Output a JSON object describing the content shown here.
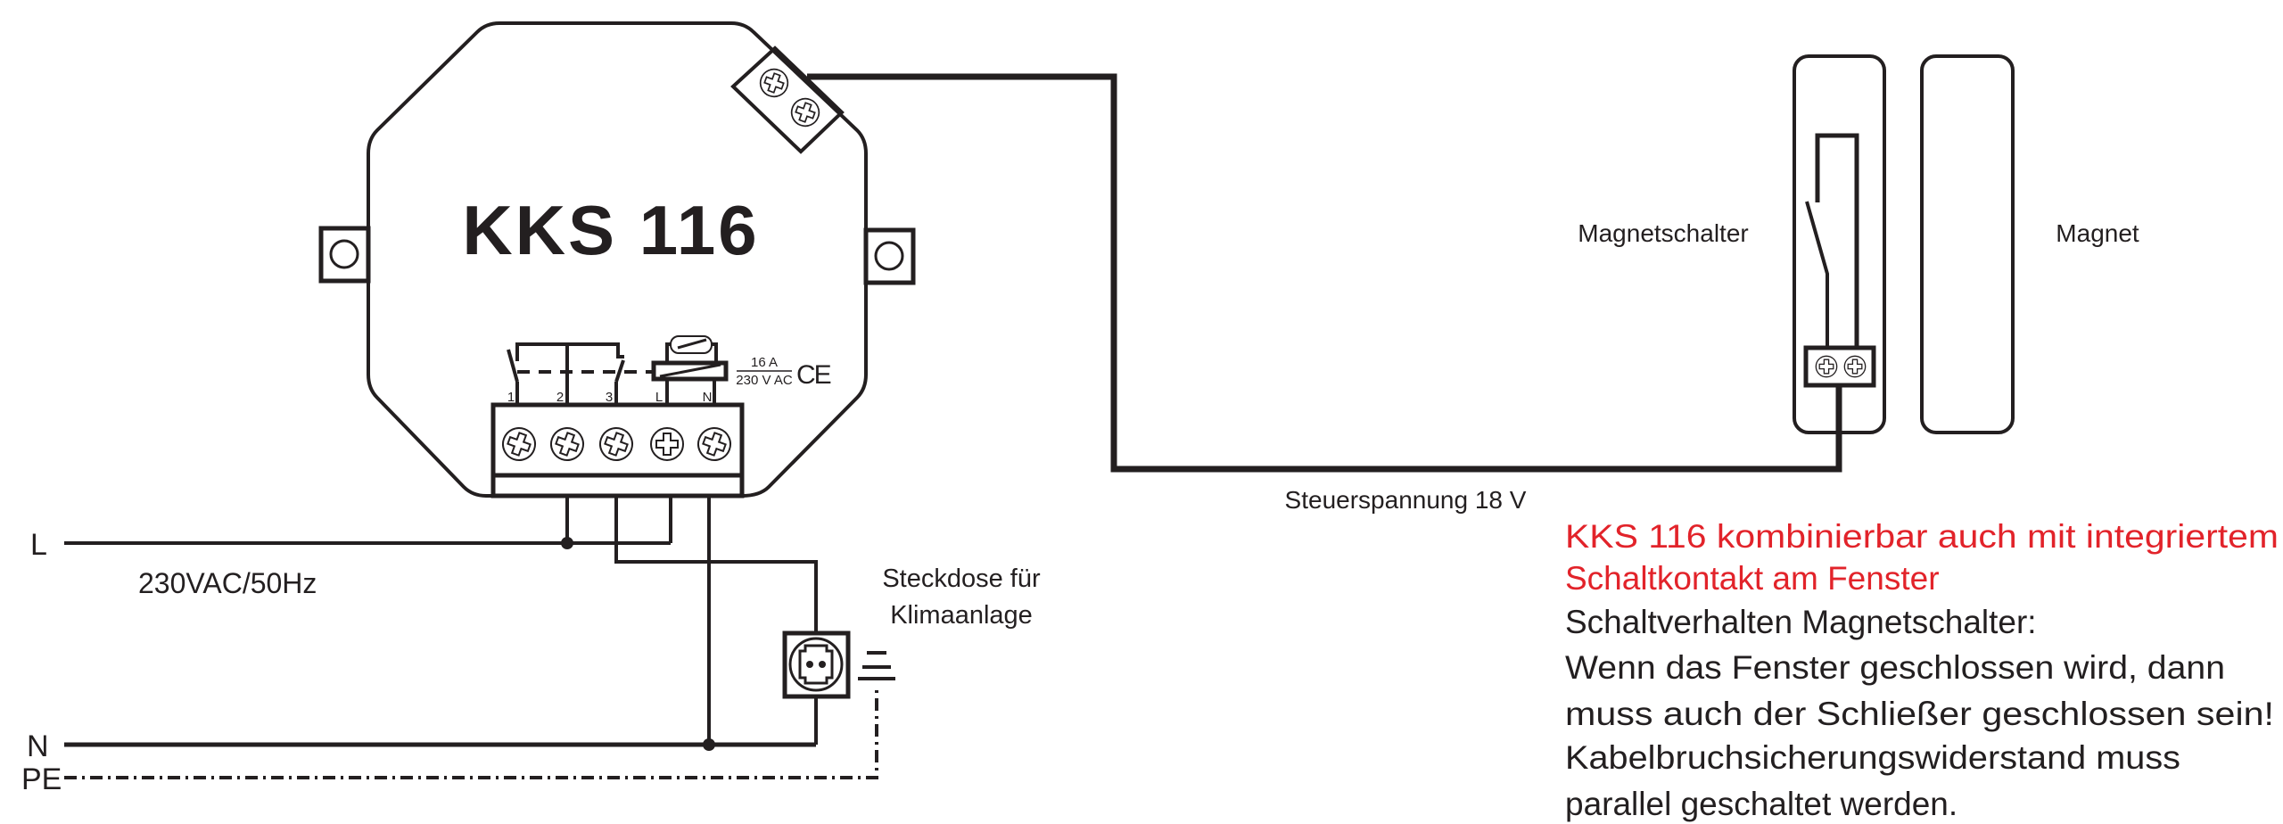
{
  "device": {
    "title": "KKS 116",
    "terminal_labels": [
      "1",
      "2",
      "3",
      "L",
      "N"
    ],
    "rating_current": "16 A",
    "rating_voltage": "230 V AC",
    "mark": "CE"
  },
  "mains": {
    "line_label": "L",
    "neutral_label": "N",
    "earth_label": "PE",
    "supply": "230VAC/50Hz"
  },
  "socket": {
    "label_line1": "Steckdose für",
    "label_line2": "Klimaanlage"
  },
  "sensor": {
    "switch_label": "Magnetschalter",
    "magnet_label": "Magnet",
    "control_voltage": "Steuerspannung 18 V"
  },
  "notes": {
    "highlight": [
      "KKS 116 kombinierbar auch mit integriertem",
      "Schaltkontakt am Fenster"
    ],
    "body": [
      "Schaltverhalten Magnetschalter:",
      "Wenn das Fenster geschlossen wird, dann",
      "muss auch der Schließer geschlossen sein!",
      "Kabelbruchsicherungswiderstand muss",
      "parallel geschaltet werden."
    ]
  },
  "colors": {
    "line": "#231f20",
    "highlight": "#e2232a"
  }
}
